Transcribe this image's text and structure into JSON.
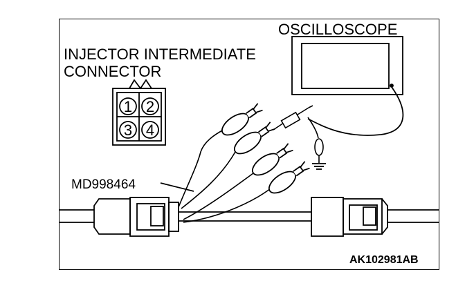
{
  "labels": {
    "oscilloscope": "OSCILLOSCOPE",
    "connector_line1": "INJECTOR INTERMEDIATE",
    "connector_line2": "CONNECTOR",
    "tool": "MD998464",
    "code": "AK102981AB"
  },
  "pins": [
    "1",
    "2",
    "3",
    "4"
  ],
  "colors": {
    "line": "#000000",
    "background": "#ffffff"
  }
}
